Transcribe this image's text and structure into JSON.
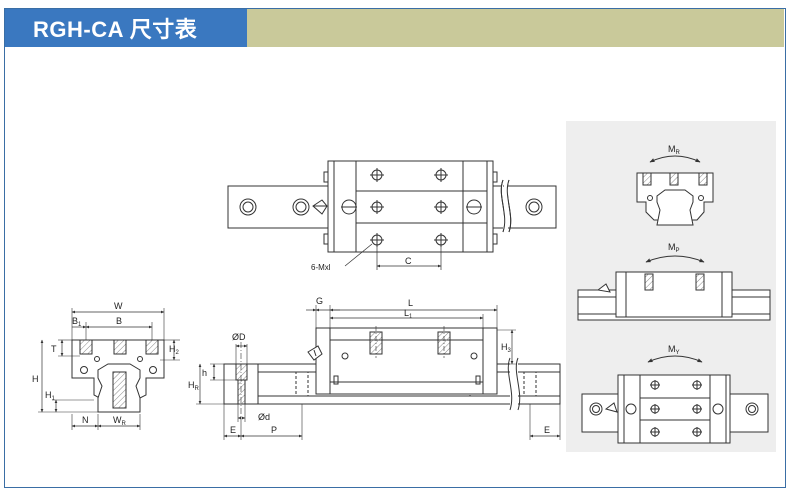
{
  "header": {
    "title": "RGH-CA 尺寸表",
    "tab_color": "#3a78c0",
    "bar_color": "#c9c99a",
    "frame_color": "#3a6ea5"
  },
  "top_view": {
    "label_mxl": "6-Mxl",
    "label_c": "C"
  },
  "front_section": {
    "label_w": "W",
    "label_b1": "B",
    "label_b1_sub": "1",
    "label_b": "B",
    "label_t": "T",
    "label_h2": "H",
    "label_h2_sub": "2",
    "label_h": "H",
    "label_h1": "H",
    "label_h1_sub": "1",
    "label_n": "N",
    "label_wr": "W",
    "label_wr_sub": "R"
  },
  "rail_section": {
    "label_od_top": "ØD",
    "label_h_small": "h",
    "label_hr": "H",
    "label_hr_sub": "R",
    "label_od_bottom": "Ød",
    "label_e": "E",
    "label_p": "P"
  },
  "side_view": {
    "label_g": "G",
    "label_l": "L",
    "label_l1": "L",
    "label_l1_sub": "1",
    "label_h3": "H",
    "label_h3_sub": "3",
    "label_e": "E"
  },
  "moment_panel": {
    "label_mr": "M",
    "label_mr_sub": "R",
    "label_mp": "M",
    "label_mp_sub": "P",
    "label_my": "M",
    "label_my_sub": "Y",
    "background": "#eeeeee"
  }
}
